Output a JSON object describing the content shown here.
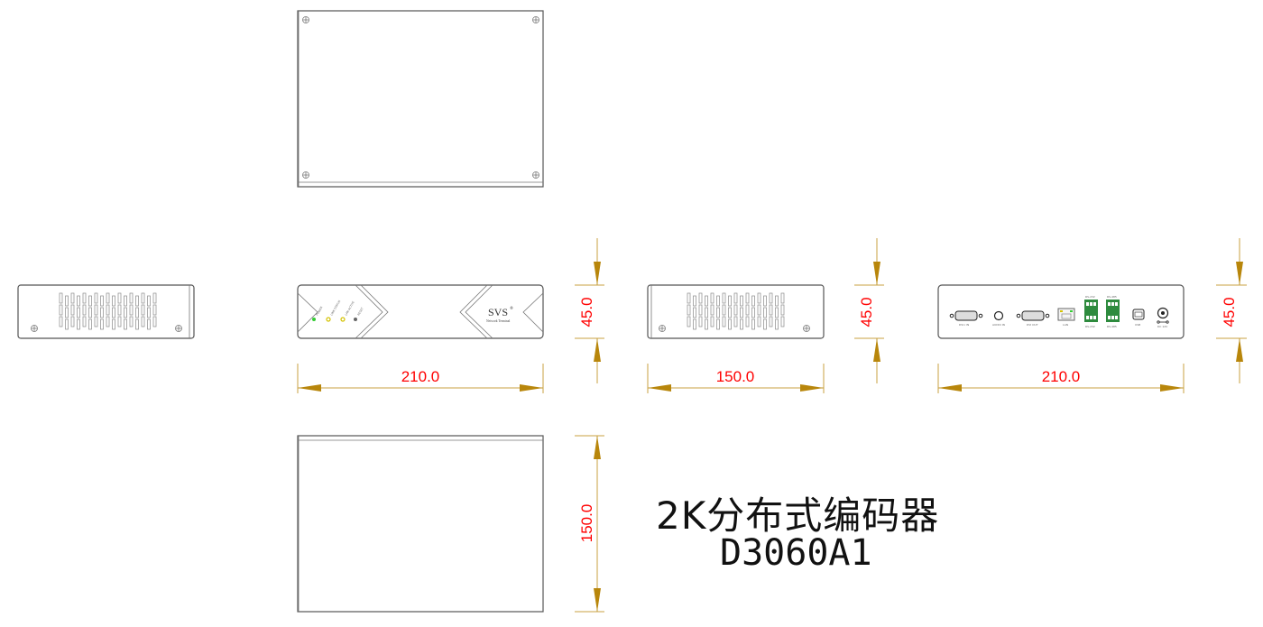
{
  "title": {
    "product_name": "2K分布式编码器",
    "model": "D3060A1"
  },
  "dimensions": {
    "front_width": "210.0",
    "front_height": "45.0",
    "side_depth": "150.0",
    "side_height": "45.0",
    "rear_width": "210.0",
    "rear_height": "45.0",
    "bottom_depth": "150.0"
  },
  "front_panel": {
    "brand": "SVS",
    "brand_mark": "®",
    "subtitle": "Network Terminal",
    "indicators": [
      {
        "label": "POWER",
        "color": "#33cc33"
      },
      {
        "label": "LINK STATUS",
        "color": "#d4c200"
      },
      {
        "label": "LAN ACTIVE",
        "color": "#d4c200"
      },
      {
        "label": "RESET",
        "color": "#666666"
      }
    ]
  },
  "rear_panel": {
    "ports": [
      {
        "name": "DVI-I IN"
      },
      {
        "name": "AUDIO IN"
      },
      {
        "name": "DVI OUT"
      },
      {
        "name": "LAN"
      },
      {
        "name": "RS-232"
      },
      {
        "name": "RS-485"
      },
      {
        "name": "USB"
      },
      {
        "name": "DC 12V"
      }
    ]
  },
  "colors": {
    "dimension_text": "#ff0000",
    "dimension_line": "#c8a040",
    "arrow": "#b8860b",
    "terminal_green": "#2e8b3e"
  }
}
